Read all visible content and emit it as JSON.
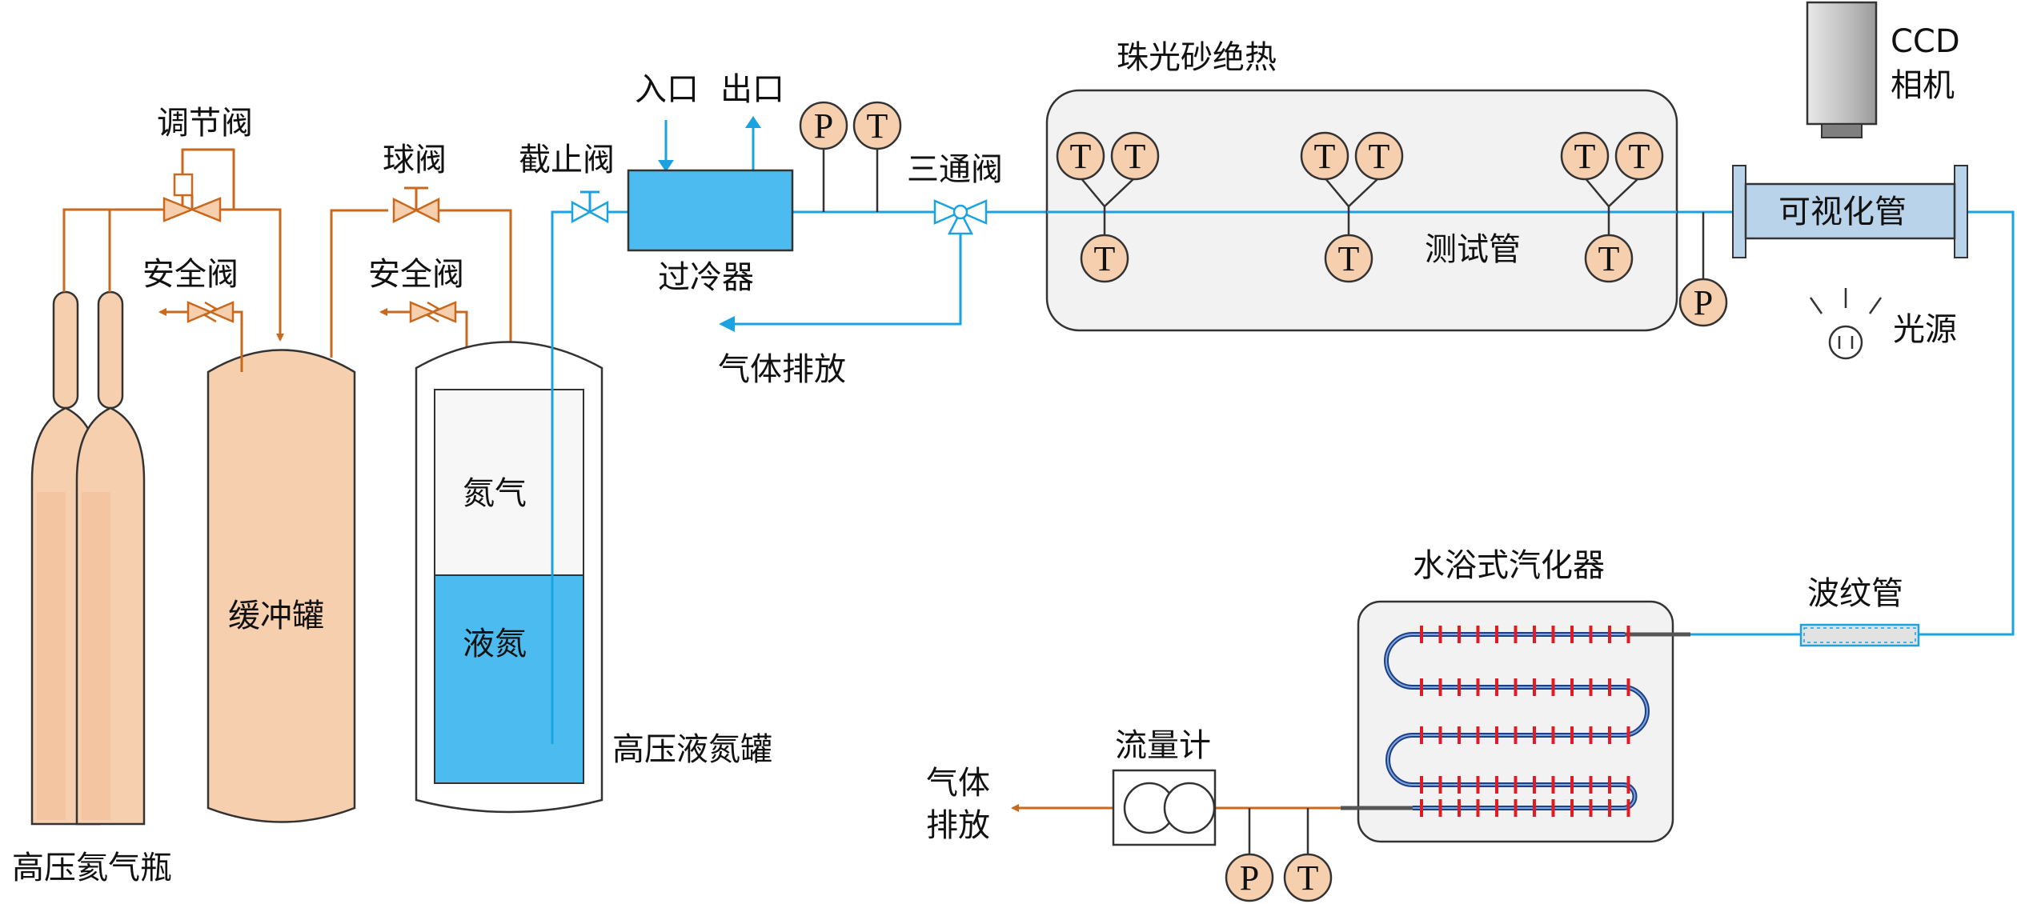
{
  "labels": {
    "cylinders": "高压氦气瓶",
    "buffer_tank": "缓冲罐",
    "regulator_valve": "调节阀",
    "safety_valve_1": "安全阀",
    "ball_valve": "球阀",
    "safety_valve_2": "安全阀",
    "stop_valve": "截止阀",
    "lin_tank": "高压液氮罐",
    "nitrogen_gas": "氮气",
    "liquid_nitrogen": "液氮",
    "inlet": "入口",
    "outlet": "出口",
    "subcooler": "过冷器",
    "three_way_valve": "三通阀",
    "gas_vent_top": "气体排放",
    "perlite_insulation": "珠光砂绝热",
    "test_tube": "测试管",
    "ccd_camera_line1": "CCD",
    "ccd_camera_line2": "相机",
    "visual_tube": "可视化管",
    "light_source": "光源",
    "bellows": "波纹管",
    "vaporizer": "水浴式汽化器",
    "flowmeter": "流量计",
    "gas_vent_bottom_line1": "气体",
    "gas_vent_bottom_line2": "排放"
  },
  "sensors": {
    "P": "P",
    "T": "T"
  },
  "colors": {
    "helium_line": "#c8691e",
    "cryogenic_line": "#1aa3e0",
    "tank_fill": "#f6cfae",
    "liquid_fill": "#4cbcf0",
    "subcooler_fill": "#4cbcf0",
    "visual_tube_fill": "#b9d3ea",
    "sensor_fill": "#f6cfae",
    "coil_tick": "#e01b24",
    "coil": "#1d3f8a"
  }
}
